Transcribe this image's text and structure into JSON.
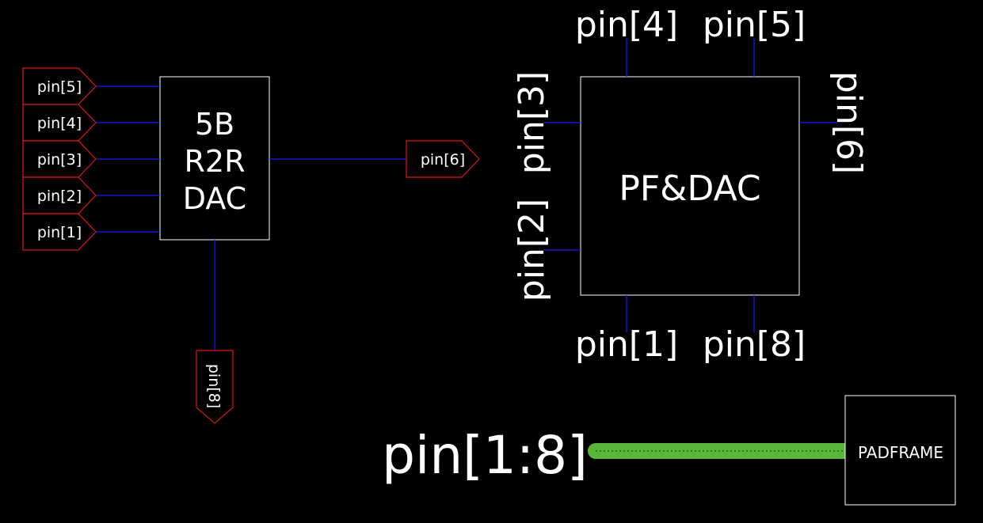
{
  "colors": {
    "background": "#000000",
    "wire": "#1a1aff",
    "port_outline": "#e01414",
    "box_outline": "#ffffff",
    "bus": "#5ab63a",
    "text": "#ffffff"
  },
  "dac": {
    "title_lines": [
      "5B",
      "R2R",
      "DAC"
    ],
    "input_ports": [
      "pin[5]",
      "pin[4]",
      "pin[3]",
      "pin[2]",
      "pin[1]"
    ],
    "output_port": "pin[6]",
    "bottom_port": "pin[8]"
  },
  "pf_dac": {
    "title": "PF&DAC",
    "top_pins": [
      "pin[4]",
      "pin[5]"
    ],
    "left_pins": [
      "pin[3]",
      "pin[2]"
    ],
    "right_pin": "pin[6]",
    "bottom_pins": [
      "pin[1]",
      "pin[8]"
    ]
  },
  "padframe": {
    "bus_label": "pin[1:8]",
    "title": "PADFRAME"
  }
}
